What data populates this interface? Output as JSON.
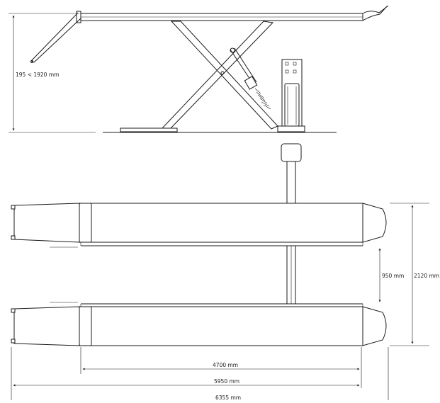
{
  "dimensions": {
    "height_range": "195 < 1920 mm",
    "inner_gap": "950 mm",
    "overall_width": "2120 mm",
    "platform_length": "4700 mm",
    "length_with_ramp": "5950 mm",
    "total_length": "6355 mm"
  },
  "colors": {
    "ink": "#1a1a1a",
    "background": "#ffffff"
  }
}
